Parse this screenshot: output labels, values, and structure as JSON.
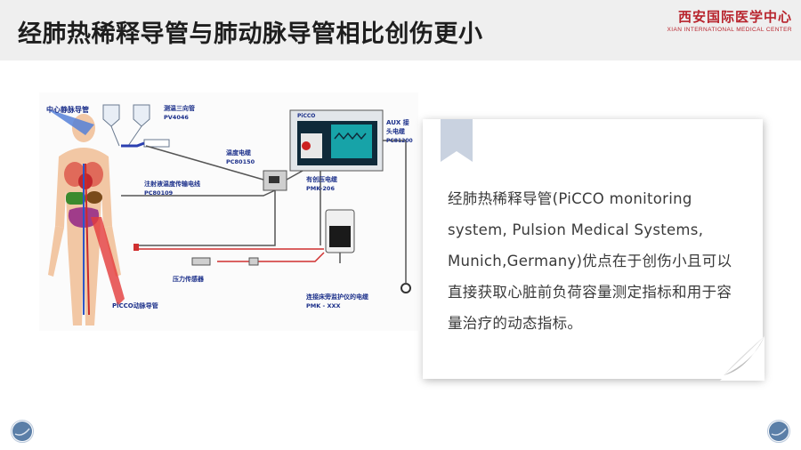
{
  "header": {
    "title": "经肺热稀释导管与肺动脉导管相比创伤更小",
    "logo_cn": "西安国际医学中心",
    "logo_en": "XIAN INTERNATIONAL MEDICAL CENTER"
  },
  "diagram": {
    "labels": {
      "cvc": "中心静脉导管",
      "threeway": "测温三向管",
      "threeway_code": "PV4046",
      "temp_cable": "温度电缆",
      "temp_cable_code": "PC80150",
      "injectate": "注射液温度传输电线",
      "injectate_code": "PC80109",
      "monitor": "PiCCO",
      "aux": "AUX 接",
      "aux2": "头电缆",
      "aux_code": "PC81200",
      "invasive": "有创压电缆",
      "invasive_code": "PMK-206",
      "pressure": "压力传感器",
      "bedside": "连接床旁监护仪的电缆",
      "bedside_code": "PMK - XXX",
      "arterial": "PiCCO动脉导管"
    }
  },
  "note": {
    "text": "经肺热稀释导管(PiCCO monitoring system, Pulsion Medical Systems, Munich,Germany)优点在于创伤小且可以直接获取心脏前负荷容量测定指标和用于容量治疗的动态指标。"
  },
  "colors": {
    "header_bg": "#efefef",
    "brand_red": "#b8242d",
    "ribbon": "#c9d2e0",
    "circle": "#5b7fa8",
    "label_blue": "#1b2f8a"
  }
}
